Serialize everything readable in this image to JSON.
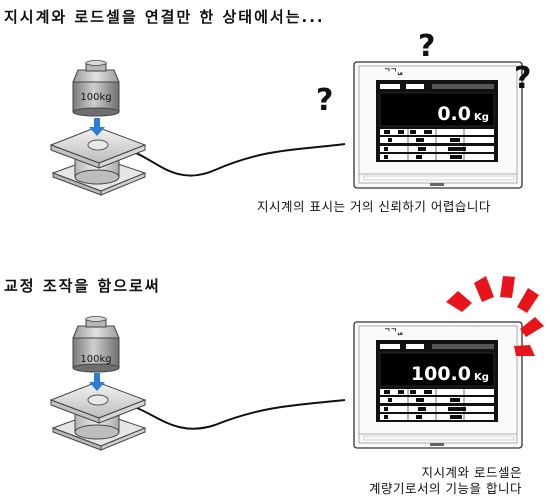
{
  "sections": [
    {
      "heading": "지시계와 로드셀을 연결만 한 상태에서는...",
      "caption_lines": [
        "지시계의 표시는 거의 신뢰하기 어렵습니다"
      ],
      "weight_label": "100kg",
      "display_value": "0.0",
      "display_unit": "Kg",
      "brand_label": "ᄀᄀᆫᆯ",
      "marks": [
        "?",
        "?",
        "?"
      ]
    },
    {
      "heading": "교정 조작을 함으로써",
      "caption_lines": [
        "지시계와 로드셀은",
        "계량기로서의 기능을 합니다"
      ],
      "weight_label": "100kg",
      "display_value": "100.0",
      "display_unit": "Kg",
      "brand_label": "ᄀᄀᆫᆯ"
    }
  ],
  "colors": {
    "burst": "#e8141c",
    "arrow": "#2a7fd4",
    "screen": "#111111"
  }
}
